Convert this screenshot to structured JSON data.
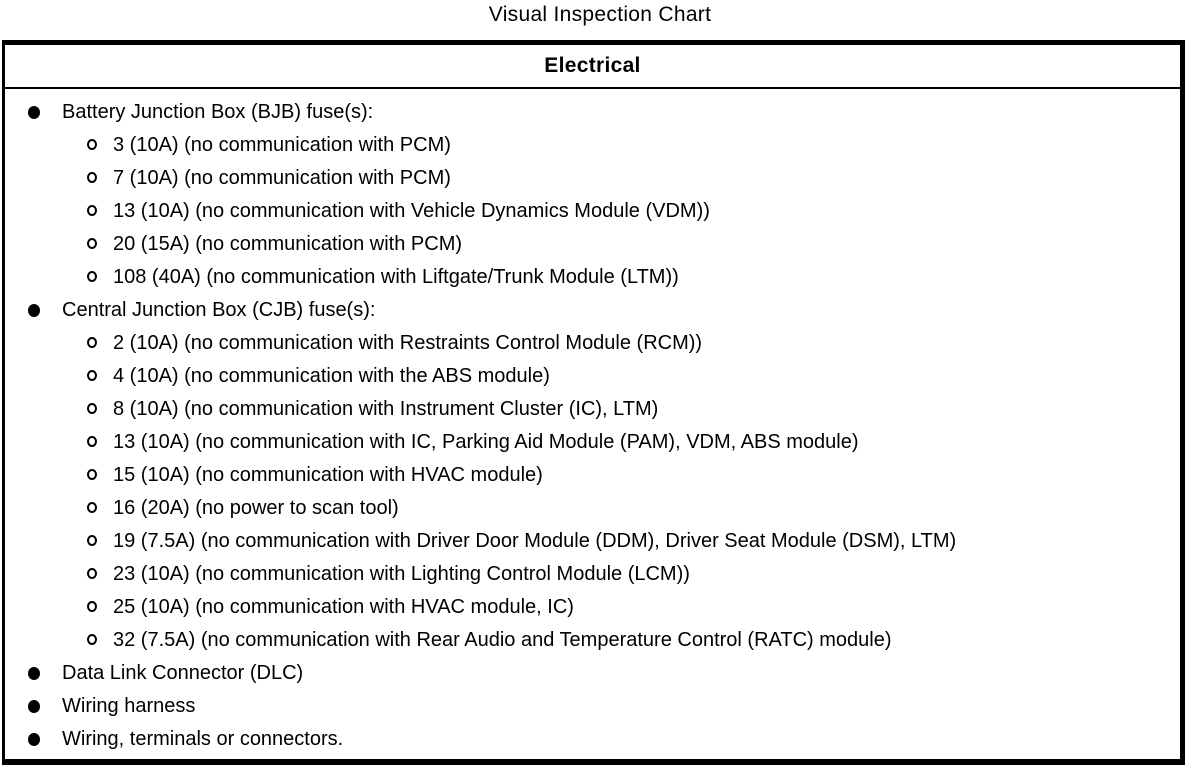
{
  "page": {
    "title": "Visual Inspection Chart"
  },
  "colors": {
    "text": "#000000",
    "border": "#000000",
    "background": "#ffffff"
  },
  "icons": {
    "level1_bullet": "filled-circle",
    "level2_bullet": "open-circle"
  },
  "table": {
    "header": "Electrical",
    "items": [
      {
        "label": "Battery Junction Box (BJB) fuse(s):",
        "children": [
          "3 (10A) (no communication with PCM)",
          "7 (10A) (no communication with PCM)",
          "13 (10A) (no communication with Vehicle Dynamics Module (VDM))",
          "20 (15A) (no communication with PCM)",
          "108 (40A) (no communication with Liftgate/Trunk Module (LTM))"
        ]
      },
      {
        "label": "Central Junction Box (CJB) fuse(s):",
        "children": [
          "2 (10A) (no communication with Restraints Control Module (RCM))",
          "4 (10A) (no communication with the ABS module)",
          "8 (10A) (no communication with Instrument Cluster (IC), LTM)",
          "13 (10A) (no communication with IC, Parking Aid Module (PAM), VDM, ABS module)",
          "15 (10A) (no communication with HVAC module)",
          "16 (20A) (no power to scan tool)",
          "19 (7.5A) (no communication with Driver Door Module (DDM), Driver Seat Module (DSM), LTM)",
          "23 (10A) (no communication with Lighting Control Module (LCM))",
          "25 (10A) (no communication with HVAC module, IC)",
          "32 (7.5A) (no communication with Rear Audio and Temperature Control (RATC) module)"
        ]
      },
      {
        "label": "Data Link Connector (DLC)",
        "children": []
      },
      {
        "label": "Wiring harness",
        "children": []
      },
      {
        "label": "Wiring, terminals or connectors.",
        "children": []
      }
    ]
  }
}
